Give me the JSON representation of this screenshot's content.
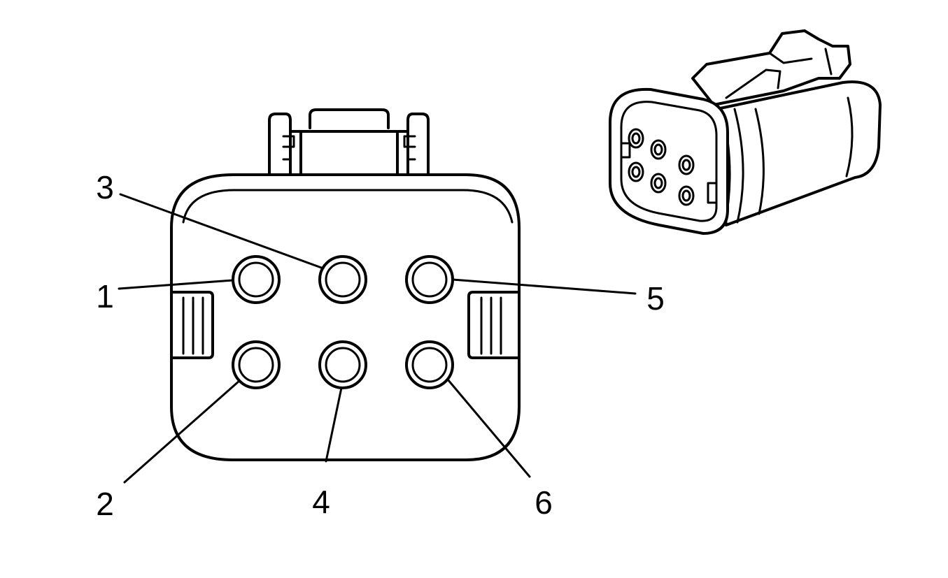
{
  "connector_face": {
    "pins": [
      {
        "id": "pin-1",
        "label": "1"
      },
      {
        "id": "pin-2",
        "label": "2"
      },
      {
        "id": "pin-3",
        "label": "3"
      },
      {
        "id": "pin-4",
        "label": "4"
      },
      {
        "id": "pin-5",
        "label": "5"
      },
      {
        "id": "pin-6",
        "label": "6"
      }
    ]
  },
  "colors": {
    "line": "#000000",
    "background": "#ffffff"
  }
}
